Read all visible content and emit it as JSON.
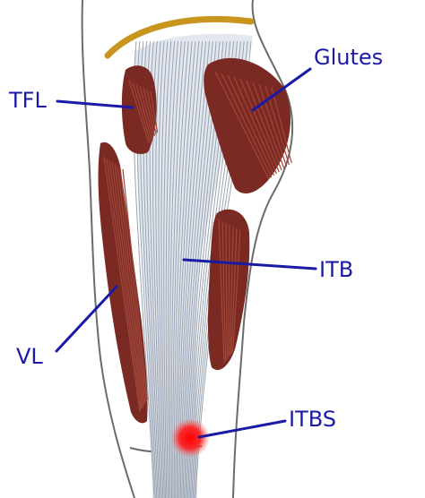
{
  "labels": {
    "glutes": "Glutes",
    "tfl": "TFL",
    "itb": "ITB",
    "vl": "VL",
    "itbs": "ITBS"
  },
  "colors": {
    "background": "#ffffff",
    "outline": "#6b6b6b",
    "muscle": "#7a2a22",
    "muscle_light": "#a0463b",
    "tendon_fiber": "#9aa3b3",
    "tendon_fill": "#e3e7ee",
    "pelvis": "#c8951e",
    "pointer": "#1a1aa6",
    "label_text": "#1a1aa6",
    "inflammation": "#ff1a1a"
  },
  "icons": {
    "inflammation_spot": "red-glow-dot"
  }
}
